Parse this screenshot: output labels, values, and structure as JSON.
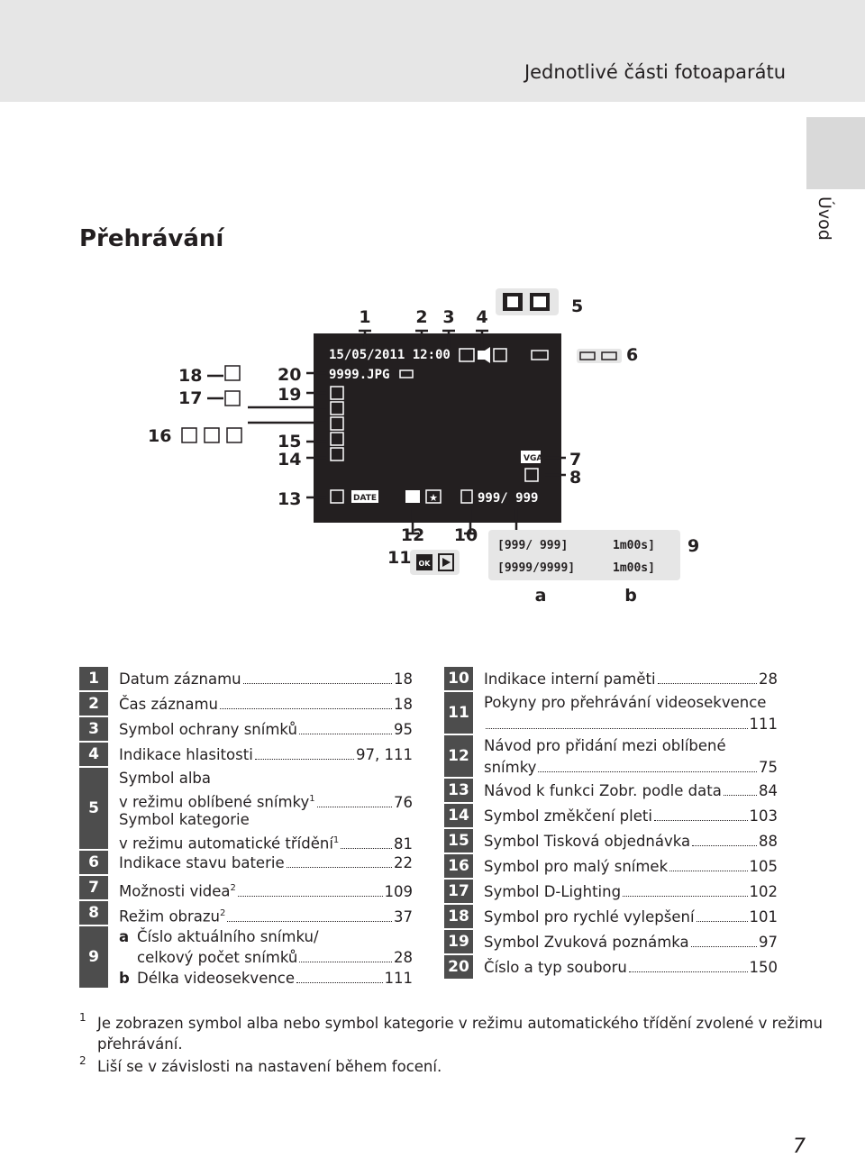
{
  "header": {
    "title": "Jednotlivé části fotoaparátu"
  },
  "side_tab": {
    "label": "Úvod"
  },
  "section": {
    "title": "Přehrávání"
  },
  "screen": {
    "datetime": "15/05/2011 12:00",
    "filename": "9999.JPG",
    "frame_counter": "999/ 999",
    "counter_a1": "999/ 999",
    "counter_a2": "9999/9999",
    "length_b1": "1m00s",
    "length_b2": "1m00s",
    "icon_date": "DATE",
    "icon_vga": "VGA",
    "icon_ok": "OK"
  },
  "callouts": {
    "n1": "1",
    "n2": "2",
    "n3": "3",
    "n4": "4",
    "n5": "5",
    "n6": "6",
    "n7": "7",
    "n8": "8",
    "n9": "9",
    "n10": "10",
    "n11": "11",
    "n12": "12",
    "n13": "13",
    "n14": "14",
    "n15": "15",
    "n16": "16",
    "n17": "17",
    "n18": "18",
    "n19": "19",
    "n20": "20",
    "a": "a",
    "b": "b"
  },
  "legend_left": [
    {
      "num": "1",
      "label": "Datum záznamu",
      "page": "18"
    },
    {
      "num": "2",
      "label": "Čas záznamu",
      "page": "18"
    },
    {
      "num": "3",
      "label": "Symbol ochrany snímků",
      "page": "95"
    },
    {
      "num": "4",
      "label": "Indikace hlasitosti",
      "page": "97, 111"
    },
    {
      "num": "5",
      "label1": "Symbol alba",
      "label2": "v režimu oblíbené snímky",
      "sup2": "1",
      "page2": "76",
      "label3": "Symbol kategorie",
      "label4": "v režimu automatické třídění",
      "sup4": "1",
      "page4": "81"
    },
    {
      "num": "6",
      "label": "Indikace stavu baterie",
      "page": "22"
    },
    {
      "num": "7",
      "label": "Možnosti videa",
      "sup": "2",
      "page": "109"
    },
    {
      "num": "8",
      "label": "Režim obrazu",
      "sup": "2",
      "page": "37"
    },
    {
      "num": "9",
      "a_mark": "a",
      "a_line1": "Číslo aktuálního snímku/",
      "a_line2": "celkový počet snímků",
      "a_page": "28",
      "b_mark": "b",
      "b_label": "Délka videosekvence",
      "b_page": "111"
    }
  ],
  "legend_right": [
    {
      "num": "10",
      "label": "Indikace interní paměti",
      "page": "28"
    },
    {
      "num": "11",
      "label1": "Pokyny pro přehrávání videosekvence",
      "page": "111"
    },
    {
      "num": "12",
      "label1": "Návod pro přidání mezi oblíbené",
      "label2": "snímky",
      "page": "75"
    },
    {
      "num": "13",
      "label": "Návod k funkci Zobr. podle data",
      "page": "84"
    },
    {
      "num": "14",
      "label": "Symbol změkčení pleti",
      "page": "103"
    },
    {
      "num": "15",
      "label": "Symbol Tisková objednávka",
      "page": "88"
    },
    {
      "num": "16",
      "label": "Symbol pro malý snímek",
      "page": "105"
    },
    {
      "num": "17",
      "label": "Symbol D-Lighting",
      "page": "102"
    },
    {
      "num": "18",
      "label": "Symbol pro rychlé vylepšení",
      "page": "101"
    },
    {
      "num": "19",
      "label": "Symbol Zvuková poznámka",
      "page": "97"
    },
    {
      "num": "20",
      "label": "Číslo a typ souboru",
      "page": "150"
    }
  ],
  "footnotes": [
    {
      "mark": "1",
      "text": "Je zobrazen symbol alba nebo symbol kategorie v režimu automatického třídění zvolené v režimu přehrávání."
    },
    {
      "mark": "2",
      "text": "Liší se v závislosti na nastavení během focení."
    }
  ],
  "page_number": "7"
}
